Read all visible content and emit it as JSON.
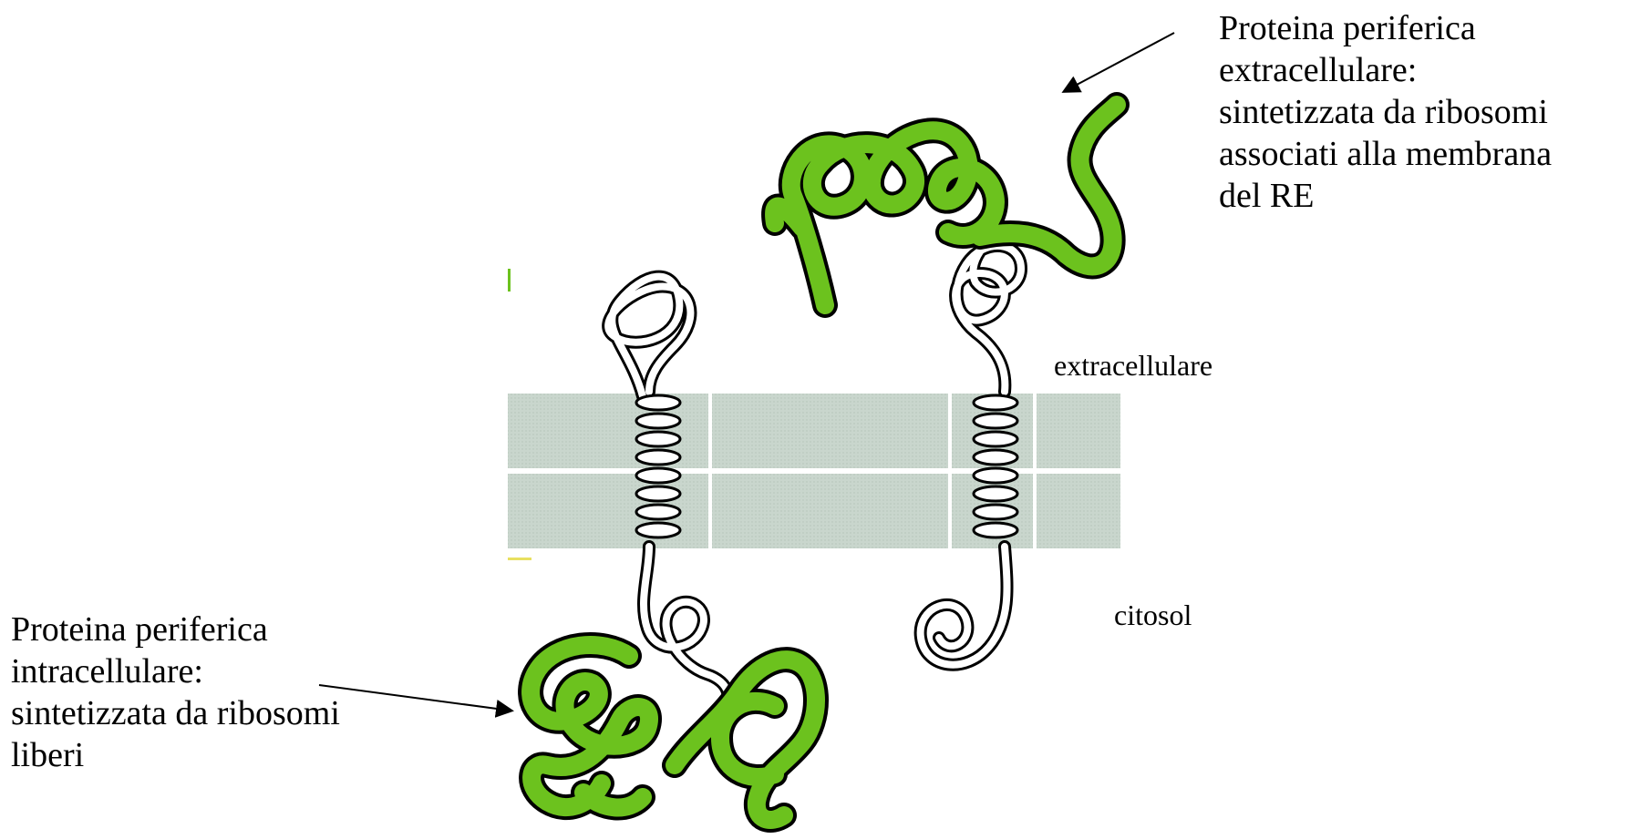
{
  "labels": {
    "extracellular_peripheral": [
      "Proteina periferica",
      "extracellulare:",
      "sintetizzata da ribosomi",
      "associati alla membrana",
      "del RE"
    ],
    "intracellular_peripheral": [
      "Proteina periferica",
      "intracellulare:",
      "sintetizzata da ribosomi",
      "liberi"
    ],
    "extracellular_side": "extracellulare",
    "cytosol_side": "citosol"
  },
  "colors": {
    "peripheral_protein": "#6cc21e",
    "membrane": "#c8d4cc",
    "membrane_midline": "#ffffff",
    "integral_protein_fill": "#ffffff",
    "outline": "#000000",
    "arrow": "#000000"
  }
}
